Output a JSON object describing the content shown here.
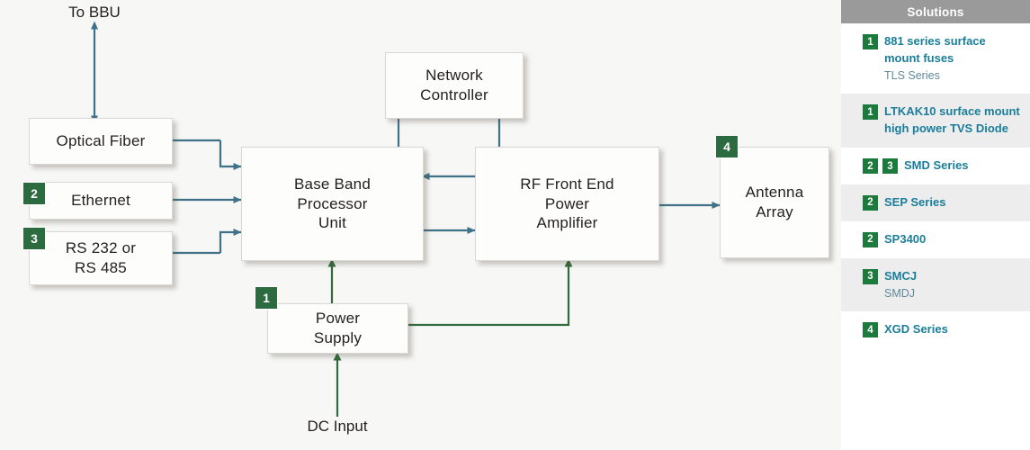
{
  "diagram": {
    "nodes": [
      {
        "id": "optical_fiber",
        "label": "Optical Fiber"
      },
      {
        "id": "ethernet",
        "label": "Ethernet"
      },
      {
        "id": "rs232_485",
        "label": "RS 232 or\nRS 485"
      },
      {
        "id": "network_controller",
        "label": "Network\nController"
      },
      {
        "id": "base_band",
        "label": "Base Band\nProcessor\nUnit"
      },
      {
        "id": "rf_front_end",
        "label": "RF Front End\nPower\nAmplifier"
      },
      {
        "id": "antenna_array",
        "label": "Antenna\nArray"
      },
      {
        "id": "power_supply",
        "label": "Power\nSupply"
      }
    ],
    "labels": [
      {
        "id": "to_bbu",
        "text": "To BBU"
      },
      {
        "id": "dc_input",
        "text": "DC Input"
      }
    ],
    "badges": [
      {
        "id": "badge-ethernet",
        "number": "2"
      },
      {
        "id": "badge-rs232",
        "number": "3"
      },
      {
        "id": "badge-antenna",
        "number": "4"
      },
      {
        "id": "badge-power-supply",
        "number": "1"
      }
    ],
    "colors": {
      "signal_line": "#3f7288",
      "power_line": "#2f6b3c",
      "badge_green": "#2c6b3f",
      "canvas": "#f7f7f5"
    }
  },
  "sidebar": {
    "header": "Solutions",
    "accent_title": "#1a7e9a",
    "accent_sub": "#5f8a99",
    "badge_green": "#1b7a3c",
    "rows": [
      {
        "badges": [
          "1"
        ],
        "title": "881 series surface mount fuses",
        "sub": "TLS Series"
      },
      {
        "badges": [
          "1"
        ],
        "title": "LTKAK10 surface mount high power TVS Diode",
        "sub": ""
      },
      {
        "badges": [
          "2",
          "3"
        ],
        "title": "SMD Series",
        "sub": ""
      },
      {
        "badges": [
          "2"
        ],
        "title": "SEP Series",
        "sub": ""
      },
      {
        "badges": [
          "2"
        ],
        "title": "SP3400",
        "sub": ""
      },
      {
        "badges": [
          "3"
        ],
        "title": "SMCJ",
        "sub": "SMDJ"
      },
      {
        "badges": [
          "4"
        ],
        "title": "XGD Series",
        "sub": ""
      }
    ]
  }
}
